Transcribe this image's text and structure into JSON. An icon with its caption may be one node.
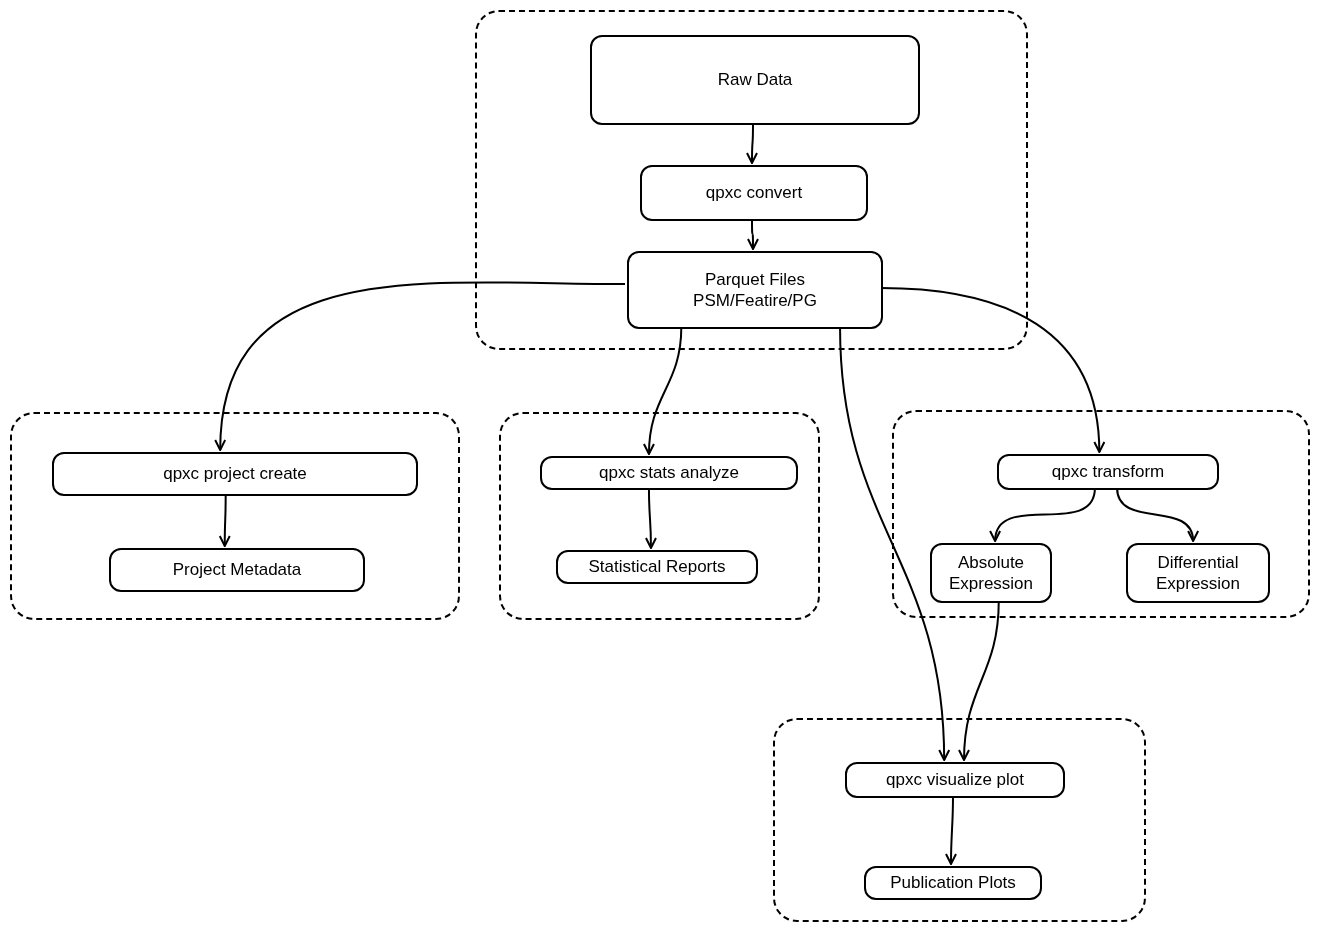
{
  "diagram": {
    "nodes": [
      {
        "text": [],
        "shape": "box"
      },
      {
        "text": [
          "Raw Data"
        ],
        "in": 0
      },
      {
        "text": [
          "qpxc convert"
        ],
        "in": 0
      },
      {
        "text": [
          "Parquet Files",
          "PSM/Featire/PG"
        ],
        "in": 0
      },
      {
        "text": [],
        "shape": "box"
      },
      {
        "text": [
          "qpxc project create"
        ],
        "in": 4
      },
      {
        "text": [
          "Project Metadata"
        ],
        "in": 4
      },
      {
        "text": [],
        "shape": "box"
      },
      {
        "text": [
          "qpxc stats analyze"
        ],
        "in": 7
      },
      {
        "text": [
          "Statistical Reports"
        ],
        "in": 7
      },
      {
        "text": [],
        "shape": "box"
      },
      {
        "text": [
          "qpxc transform"
        ],
        "in": 10
      },
      {
        "text": [
          "Absolute Expression"
        ],
        "in": 10
      },
      {
        "text": [
          "Differential Expression"
        ],
        "in": 10
      },
      {
        "text": [],
        "shape": "box"
      },
      {
        "text": [
          "qpxc visualize plot"
        ],
        "in": 14
      },
      {
        "text": [
          "Publication Plots"
        ],
        "in": 14
      }
    ],
    "edges": [
      {
        "from": 1,
        "to": 2,
        "arrow": "to"
      },
      {
        "from": 2,
        "to": 3,
        "arrow": "to"
      },
      {
        "from": 3,
        "to": 5,
        "arrow": "to"
      },
      {
        "from": 3,
        "to": 8,
        "arrow": "to"
      },
      {
        "from": 3,
        "to": 15,
        "arrow": "to"
      },
      {
        "from": 3,
        "to": 11,
        "arrow": "to"
      },
      {
        "from": 5,
        "to": 6,
        "arrow": "to"
      },
      {
        "from": 8,
        "to": 9,
        "arrow": "to"
      },
      {
        "from": 11,
        "to": 12,
        "arrow": "to"
      },
      {
        "from": 11,
        "to": 13,
        "arrow": "to"
      },
      {
        "from": 12,
        "to": 15,
        "arrow": "to"
      },
      {
        "from": 15,
        "to": 16,
        "arrow": "to"
      }
    ]
  }
}
